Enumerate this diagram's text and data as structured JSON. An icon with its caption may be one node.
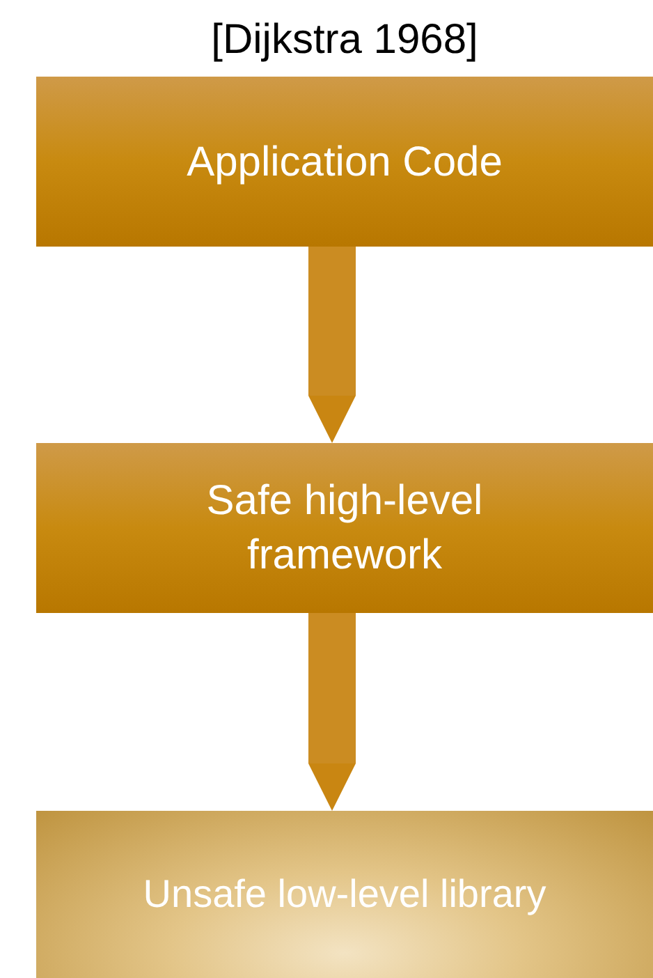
{
  "diagram": {
    "title": "[Dijkstra 1968]",
    "nodes": [
      {
        "text": [
          "Application Code"
        ]
      },
      {
        "text": [
          "Safe high-level framework"
        ]
      },
      {
        "text": [
          "Unsafe low-level library"
        ]
      }
    ],
    "edges": [
      {
        "from": 0,
        "to": 1,
        "arrow": "to"
      },
      {
        "from": 1,
        "to": 2,
        "arrow": "to"
      }
    ]
  }
}
